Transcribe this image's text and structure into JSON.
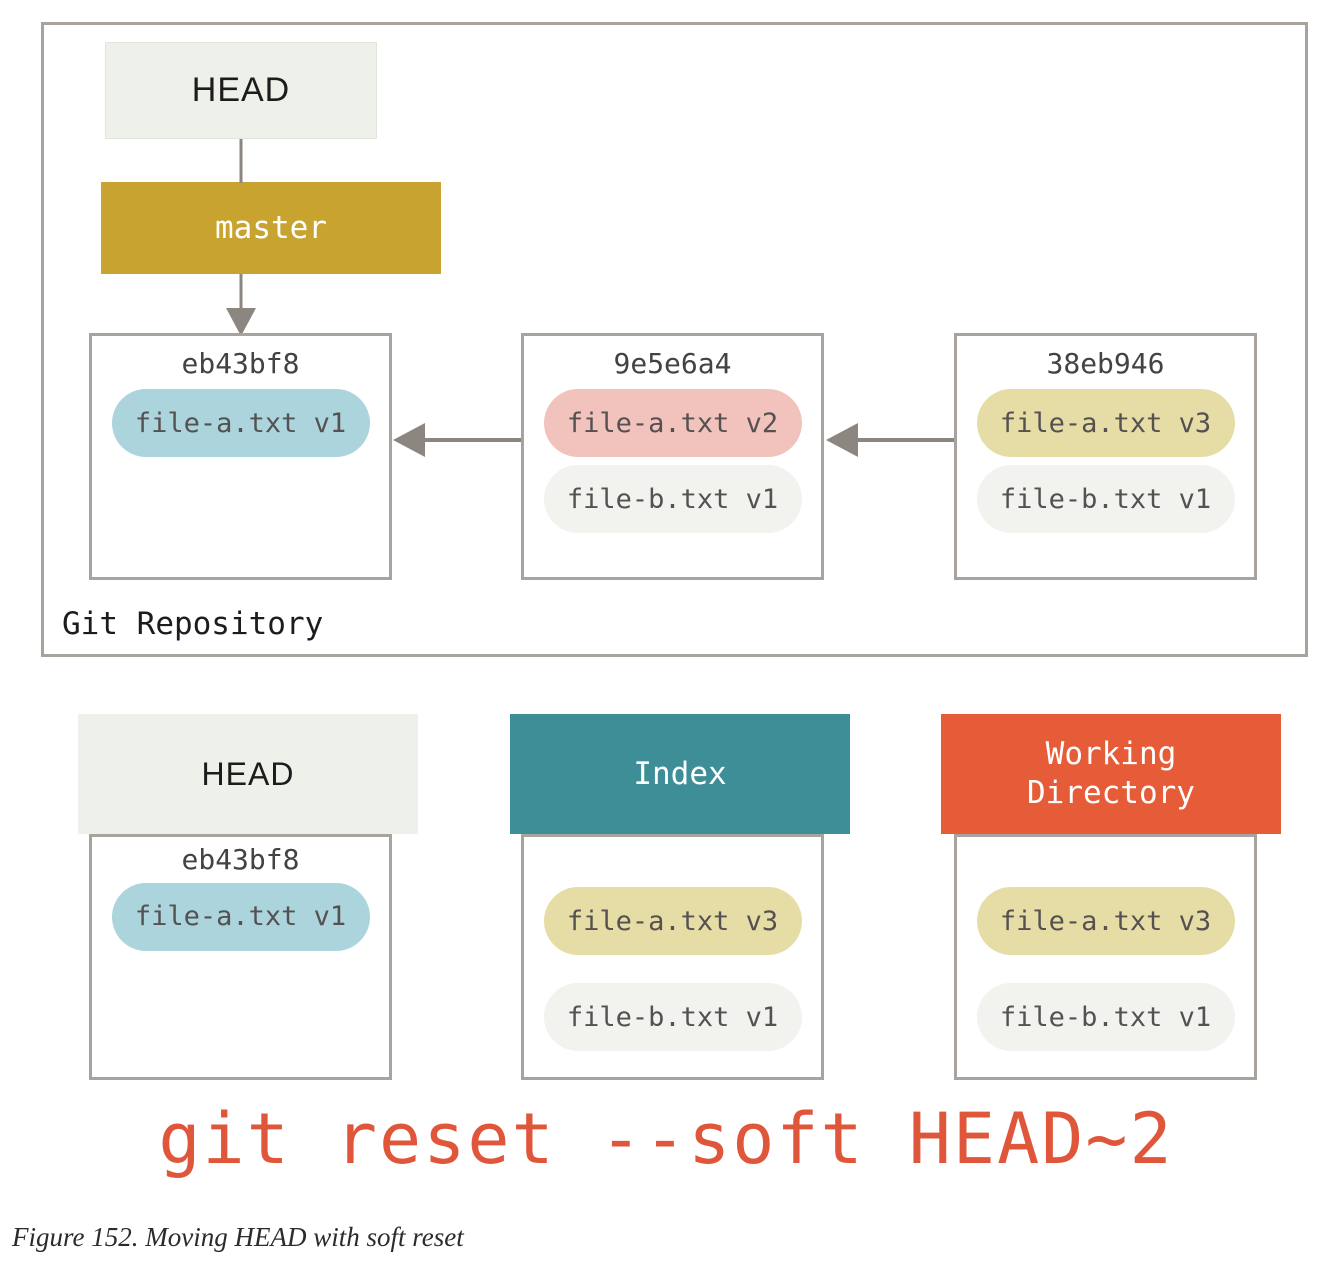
{
  "figure": {
    "caption": "Figure 152. Moving HEAD with soft reset",
    "command": "git reset --soft HEAD~2"
  },
  "repository": {
    "label": "Git Repository",
    "head_pointer": "HEAD",
    "branch": "master",
    "commits": [
      {
        "sha": "eb43bf8",
        "files": [
          {
            "name": "file-a.txt v1",
            "style": "blue"
          }
        ]
      },
      {
        "sha": "9e5e6a4",
        "files": [
          {
            "name": "file-a.txt v2",
            "style": "pink"
          },
          {
            "name": "file-b.txt v1",
            "style": "grey"
          }
        ]
      },
      {
        "sha": "38eb946",
        "files": [
          {
            "name": "file-a.txt v3",
            "style": "yellow"
          },
          {
            "name": "file-b.txt v1",
            "style": "grey"
          }
        ]
      }
    ]
  },
  "trees": [
    {
      "title": "HEAD",
      "sha": "eb43bf8",
      "files": [
        {
          "name": "file-a.txt v1",
          "style": "blue"
        }
      ]
    },
    {
      "title": "Index",
      "sha": "",
      "files": [
        {
          "name": "file-a.txt v3",
          "style": "yellow"
        },
        {
          "name": "file-b.txt v1",
          "style": "grey"
        }
      ]
    },
    {
      "title": "Working\nDirectory",
      "sha": "",
      "files": [
        {
          "name": "file-a.txt v3",
          "style": "yellow"
        },
        {
          "name": "file-b.txt v1",
          "style": "grey"
        }
      ]
    }
  ],
  "colors": {
    "branch": "#c9a32f",
    "index_header": "#3d8e96",
    "working_dir_header": "#e65b38",
    "head_header": "#eef0ea",
    "command_text": "#e0563a",
    "border": "#a8a39c",
    "pill_blue": "#abd4dd",
    "pill_pink": "#f2c3bd",
    "pill_yellow": "#e6dda6",
    "pill_grey": "#f2f3ee"
  }
}
